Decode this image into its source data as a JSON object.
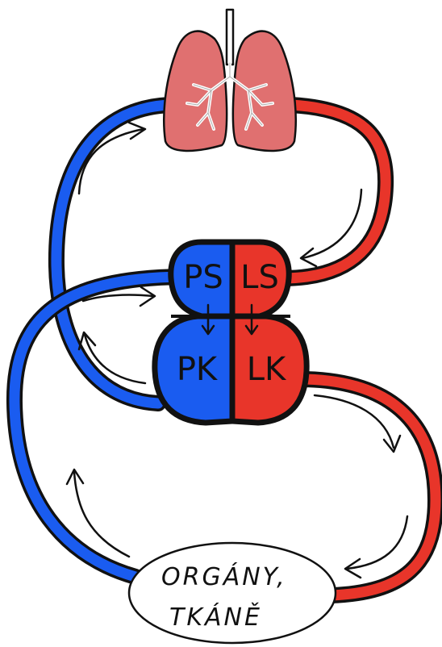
{
  "colors": {
    "deoxygenated": "#1a5cf0",
    "oxygenated": "#e8352a",
    "lungs": "#e07070",
    "outline": "#111111",
    "background": "#ffffff"
  },
  "heart": {
    "right_atrium": "PS",
    "left_atrium": "LS",
    "right_ventricle": "PK",
    "left_ventricle": "LK"
  },
  "organs": {
    "line1": "ORGÁNY,",
    "line2": "TKÁNĚ"
  },
  "icons": [
    "lungs-icon",
    "heart-icon",
    "flow-arrow-icon"
  ]
}
